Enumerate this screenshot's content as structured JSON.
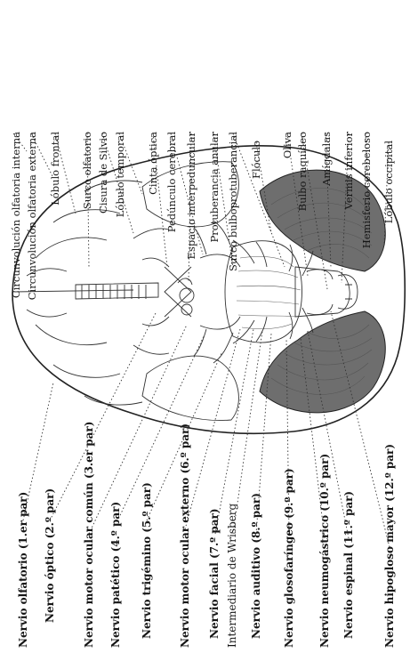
{
  "top_labels": [
    "Circunvolución olfatoria interna",
    "Circunvolución olfatoria externa",
    "Lóbulo frontal",
    "Surco olfatorio",
    "Cisura de Silvio",
    "Lóbulo temporal",
    "Cinta óptica",
    "Pedúnculo cerebral",
    "Espacio interpeduncular",
    "Protuberancia anular",
    "Surco bulboprotuberancial",
    "Flóculo",
    "Oliva",
    "Bulbo raquídeo",
    "Amígdalas",
    "Vermis inferior",
    "Hemisferio cerebeloso",
    "Lóbulo occipital"
  ],
  "bottom_labels": [
    "Nervio olfatorio (1.er par)",
    "Nervio óptico (2.º par)",
    "Nervio motor ocular común (3.er par)",
    "Nervio patético (4.º par)",
    "Nervio trigémino (5.º par)",
    "Nervio motor ocular externo (6.º par)",
    "Nervio facial (7.º par)",
    "Intermediario de Wrisberg",
    "Nervio auditivo (8.º par)",
    "Nervio glosofaríngeo (9.º par)",
    "Nervio neumogástrico (10.º par)",
    "Nervio espinal (11.º par)",
    "Nervio hipogloso mayor (12.º par)"
  ]
}
